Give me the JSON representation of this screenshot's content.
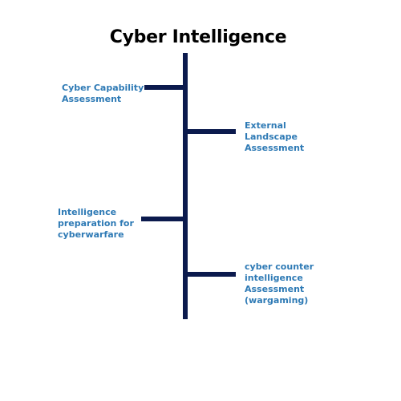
{
  "title": "Cyber Intelligence",
  "colors": {
    "spine": "#0b1a4d",
    "label": "#2e7ab5",
    "title": "#000000"
  },
  "branches": [
    {
      "side": "left",
      "lines": [
        "Cyber Capability",
        "Assessment"
      ]
    },
    {
      "side": "right",
      "lines": [
        "External",
        "Landscape",
        "Assessment"
      ]
    },
    {
      "side": "left",
      "lines": [
        "Intelligence",
        "preparation for",
        "cyberwarfare"
      ]
    },
    {
      "side": "right",
      "lines": [
        "cyber counter",
        "intelligence",
        "Assessment",
        "(wargaming)"
      ]
    }
  ]
}
